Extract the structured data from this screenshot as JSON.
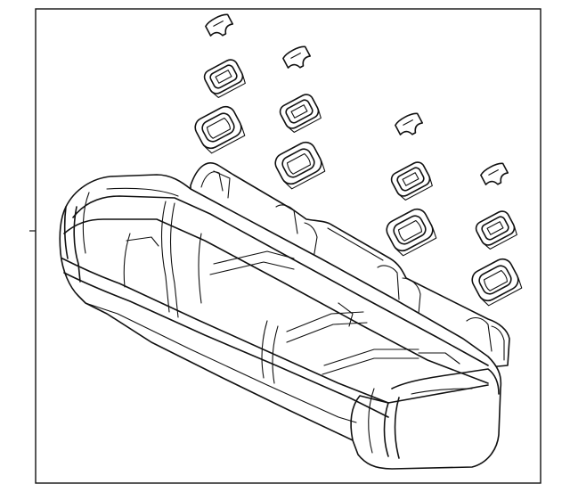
{
  "diagram": {
    "parts": [
      {
        "name": "rear-seat-cushion-assembly"
      },
      {
        "name": "headrest-guide-clip"
      },
      {
        "name": "headrest-guide-bezel"
      },
      {
        "name": "headrest-guide-sleeve"
      }
    ],
    "clip_groups": 4,
    "colors": {
      "line": "#111111",
      "background": "#ffffff",
      "frame": "#111111"
    }
  }
}
